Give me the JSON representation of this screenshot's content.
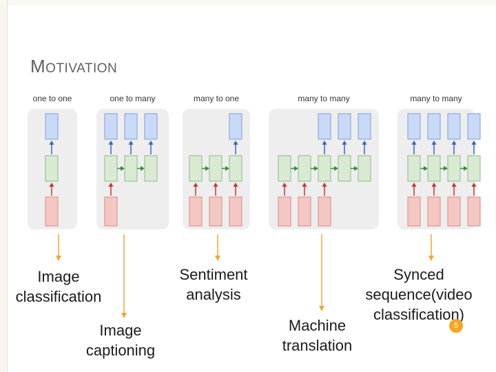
{
  "slide": {
    "title_first": "M",
    "title_rest": "OTIVATION",
    "page_number": "5"
  },
  "panels": [
    {
      "label": "one to one",
      "inputs": 1,
      "outputs": 1,
      "output_cols": [
        0
      ],
      "recurrent": false
    },
    {
      "label": "one to many",
      "inputs": 1,
      "outputs": 3,
      "output_cols": [
        0,
        1,
        2
      ],
      "recurrent": true
    },
    {
      "label": "many to one",
      "inputs": 3,
      "outputs": 1,
      "output_cols": [
        2
      ],
      "recurrent": true
    },
    {
      "label": "many to many",
      "inputs": 3,
      "outputs": 3,
      "output_cols": [
        2,
        3,
        4
      ],
      "recurrent": true
    },
    {
      "label": "many to many",
      "inputs": 4,
      "outputs": 4,
      "output_cols": [
        0,
        1,
        2,
        3
      ],
      "recurrent": true
    }
  ],
  "captions": {
    "image_classification": [
      "Image",
      "classification"
    ],
    "image_captioning": [
      "Image",
      "captioning"
    ],
    "sentiment_analysis": [
      "Sentiment",
      "analysis"
    ],
    "machine_translation": [
      "Machine",
      "translation"
    ],
    "synced_sequence": [
      "Synced",
      "sequence(video",
      "classification)"
    ]
  },
  "colors": {
    "input_fill": "#f4c7c3",
    "input_stroke": "#d98a85",
    "hidden_fill": "#d9ead3",
    "hidden_stroke": "#8fb98a",
    "output_fill": "#c9daf8",
    "output_stroke": "#7e9ed8",
    "panel_bg": "#eeeeee",
    "red_arrow": "#cc3333",
    "green_arrow": "#3a8a3a",
    "blue_arrow": "#3366cc",
    "connector": "#f0a830"
  }
}
